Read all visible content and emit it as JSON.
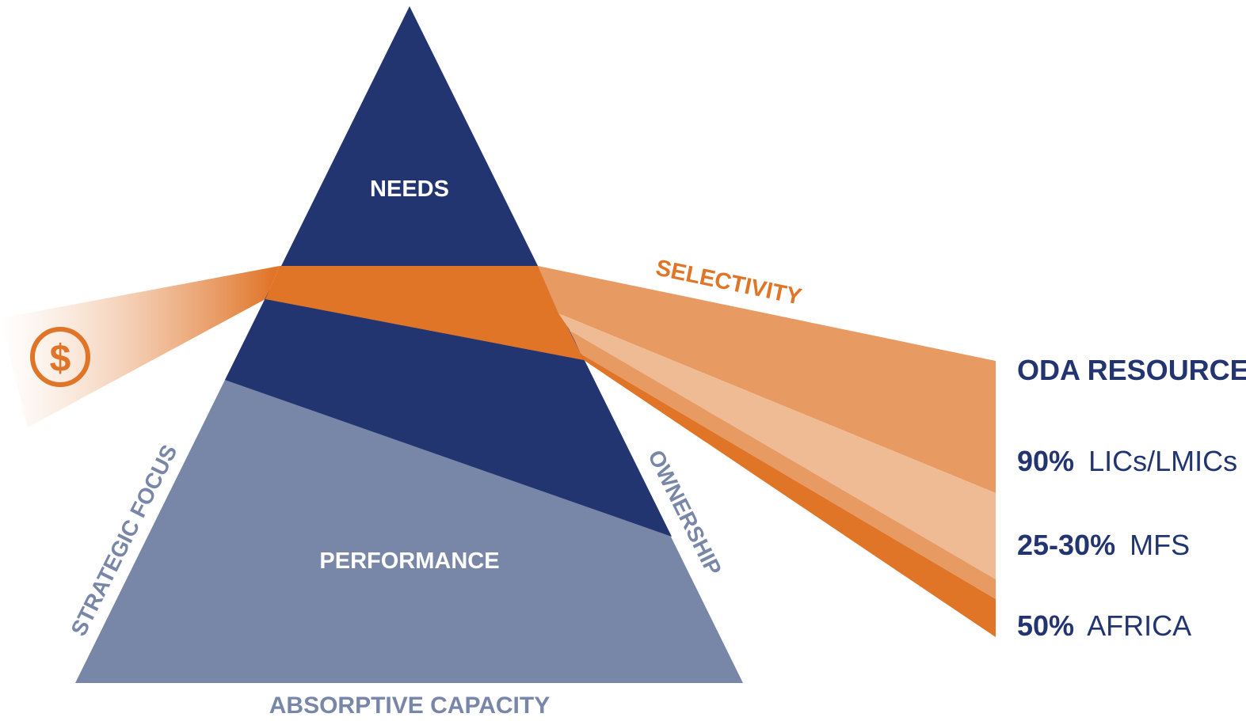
{
  "prism": {
    "needs_label": "NEEDS",
    "performance_label": "PERFORMANCE",
    "base_label": "ABSORPTIVE CAPACITY",
    "left_side_label": "STRATEGIC FOCUS",
    "right_side_label": "OWNERSHIP"
  },
  "beam": {
    "label": "SELECTIVITY",
    "source_icon": "dollar-icon",
    "source_symbol": "$"
  },
  "legend": {
    "title": "ODA RESOURCES",
    "items": [
      {
        "value": "90%",
        "text": "LICs/LMICs"
      },
      {
        "value": "25-30%",
        "text": "MFS"
      },
      {
        "value": "50%",
        "text": "AFRICA"
      }
    ]
  },
  "colors": {
    "navy": "#233571",
    "slate": "#7886A7",
    "orange": "#E07427",
    "orange_mid": "#E89A63",
    "orange_light": "#EFBB94",
    "orange_pale": "#F2C7A7"
  }
}
